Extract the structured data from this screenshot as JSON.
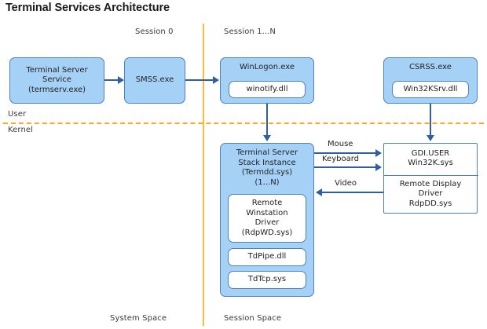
{
  "diagram": {
    "title": "Terminal Services Architecture",
    "column_labels": {
      "session0": "Session 0",
      "session1n": "Session 1...N"
    },
    "mode_labels": {
      "user": "User",
      "kernel": "Kernel"
    },
    "space_labels": {
      "system_space": "System Space",
      "session_space": "Session Space"
    },
    "nodes": {
      "terminal_server_service": "Terminal Server\nService\n(termserv.exe)",
      "smss": "SMSS.exe",
      "winlogon": "WinLogon.exe",
      "winotify": "winotify.dll",
      "csrss": "CSRSS.exe",
      "win32ksrv": "Win32KSrv.dll",
      "ts_stack_instance": "Terminal Server\nStack Instance\n(Termdd.sys)\n(1...N)",
      "rdpwd": "Remote\nWinstation\nDriver\n(RdpWD.sys)",
      "tdpipe": "TdPipe.dll",
      "tdtcp": "TdTcp.sys",
      "gdi_user": "GDI.USER\nWin32K.sys",
      "remote_display_driver": "Remote Display\nDriver\nRdpDD.sys"
    },
    "edge_labels": {
      "mouse": "Mouse",
      "keyboard": "Keyboard",
      "video": "Video"
    },
    "colors": {
      "box_fill": "#A6D1F7",
      "box_border": "#4F81BD",
      "connector": "#2E5FA3",
      "divider": "#FFA726",
      "text": "#222222"
    }
  }
}
